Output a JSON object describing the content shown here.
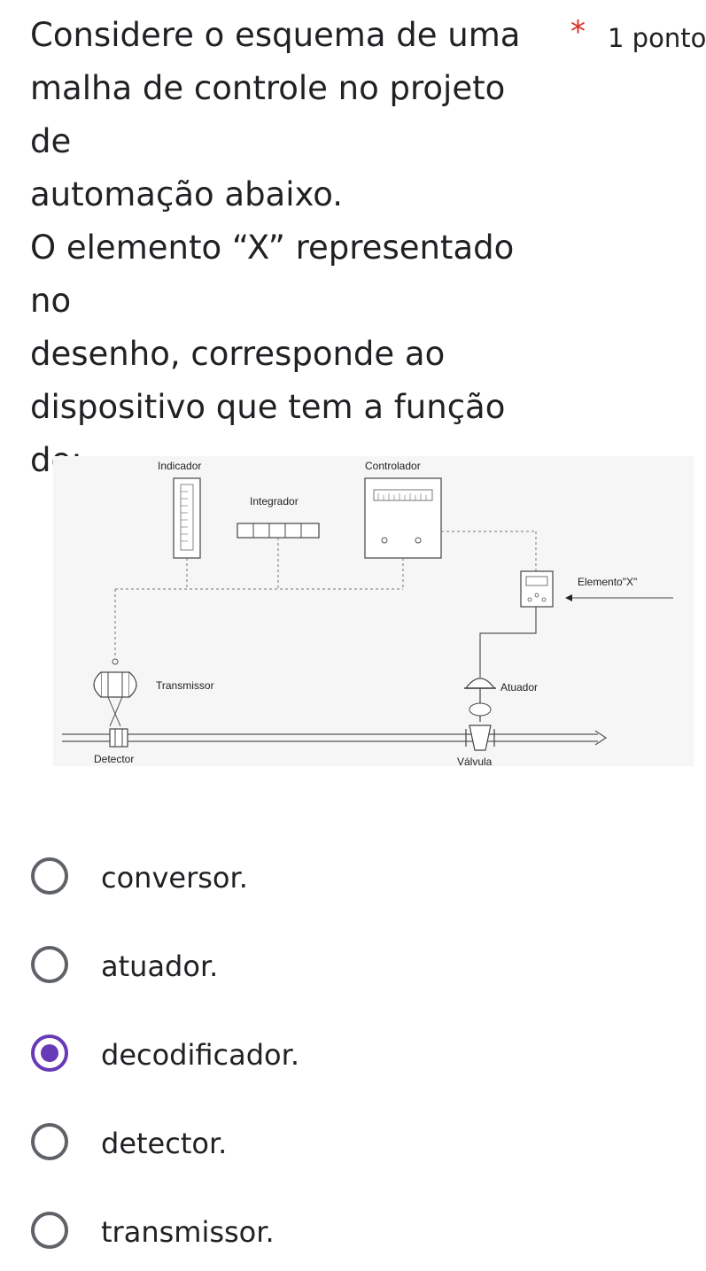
{
  "question": {
    "text": "Considere o esquema de uma\nmalha de controle no projeto de\nautomação abaixo.\nO elemento “X” representado no\ndesenho, corresponde ao\ndispositivo que tem a função de:",
    "required_marker": "*",
    "points": "1 ponto"
  },
  "diagram": {
    "labels": {
      "indicador": "Indicador",
      "controlador": "Controlador",
      "integrador": "Integrador",
      "elemento_x": "Elemento\"X\"",
      "transmissor": "Transmissor",
      "atuador": "Atuador",
      "detector": "Detector",
      "valvula": "Válvula"
    }
  },
  "options": [
    {
      "label": "conversor.",
      "selected": false
    },
    {
      "label": "atuador.",
      "selected": false
    },
    {
      "label": "decodificador.",
      "selected": true
    },
    {
      "label": "detector.",
      "selected": false
    },
    {
      "label": "transmissor.",
      "selected": false
    }
  ],
  "colors": {
    "accent": "#673ab7",
    "required": "#d93025",
    "radio_border": "#5f6368"
  }
}
